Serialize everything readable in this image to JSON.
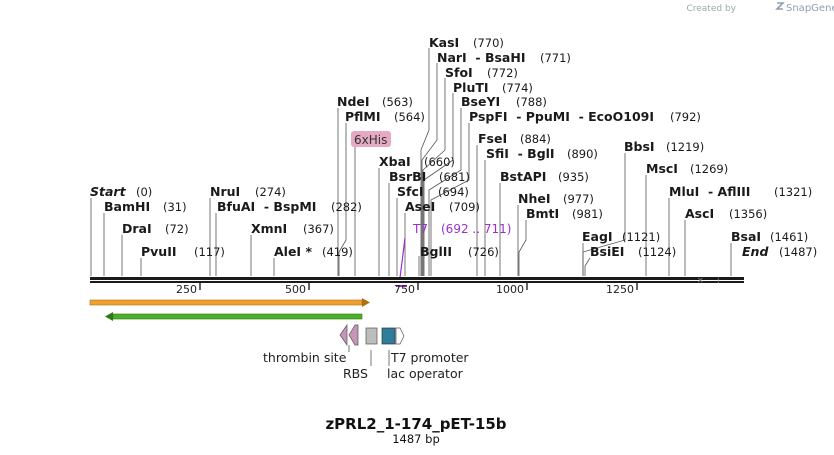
{
  "credit": {
    "prefix": "Created by",
    "brand": "SnapGene"
  },
  "map": {
    "title": "zPRL2_1-174_pET-15b",
    "length_label": "1487 bp",
    "total_bp": 1487,
    "ticks": [
      "250",
      "500",
      "750",
      "1000",
      "1250"
    ],
    "tick_values": [
      250,
      500,
      750,
      1000,
      1250
    ],
    "sites": [
      {
        "name": "KasI",
        "pos": "(770)"
      },
      {
        "name": "NarI  - BsaHI",
        "pos": "(771)"
      },
      {
        "name": "SfoI",
        "pos": "(772)"
      },
      {
        "name": "PluTI",
        "pos": "(774)"
      },
      {
        "name": "BseYI",
        "pos": "(788)"
      },
      {
        "name": "PspFI  - PpuMI  - EcoO109I",
        "pos": "(792)"
      },
      {
        "name": "NdeI",
        "pos": "(563)"
      },
      {
        "name": "PflMI",
        "pos": "(564)"
      },
      {
        "name": "XbaI",
        "pos": "(660)"
      },
      {
        "name": "BsrBI",
        "pos": "(681)"
      },
      {
        "name": "SfcI",
        "pos": "(694)"
      },
      {
        "name": "AseI",
        "pos": "(709)"
      },
      {
        "name": "BglII",
        "pos": "(726)"
      },
      {
        "name": "FseI",
        "pos": "(884)"
      },
      {
        "name": "SfiI  - BglI",
        "pos": "(890)"
      },
      {
        "name": "BstAPI",
        "pos": "(935)"
      },
      {
        "name": "NheI",
        "pos": "(977)"
      },
      {
        "name": "BmtI",
        "pos": "(981)"
      },
      {
        "name": "BbsI",
        "pos": "(1219)"
      },
      {
        "name": "MscI",
        "pos": "(1269)"
      },
      {
        "name": "MluI  - AflIII",
        "pos": "(1321)"
      },
      {
        "name": "AscI",
        "pos": "(1356)"
      },
      {
        "name": "EagI",
        "pos": "(1121)"
      },
      {
        "name": "BsiEI",
        "pos": "(1124)"
      },
      {
        "name": "BsaI",
        "pos": "(1461)"
      },
      {
        "name": "End",
        "pos": "(1487)"
      },
      {
        "name": "Start",
        "pos": "(0)"
      },
      {
        "name": "BamHI",
        "pos": "(31)"
      },
      {
        "name": "DraI",
        "pos": "(72)"
      },
      {
        "name": "PvuII",
        "pos": "(117)"
      },
      {
        "name": "NruI",
        "pos": "(274)"
      },
      {
        "name": "BfuAI  - BspMI",
        "pos": "(282)"
      },
      {
        "name": "XmnI",
        "pos": "(367)"
      },
      {
        "name": "AleI *",
        "pos": "(419)"
      }
    ],
    "primer": {
      "name": "T7",
      "range": "(692 .. 711)"
    },
    "tag": "6xHis",
    "features": {
      "thrombin": "thrombin site",
      "rbs": "RBS",
      "t7promoter": "T7 promoter",
      "lacop": "lac operator"
    },
    "colors": {
      "orf_forward": "#f0a030",
      "orf_reverse": "#4caf2a",
      "his_tag": "#e6a9c4",
      "thrombin": "#c795b8",
      "rbs": "#bdbdbd",
      "lac_operator": "#2e7d9a",
      "primer": "#9b30d0"
    }
  }
}
